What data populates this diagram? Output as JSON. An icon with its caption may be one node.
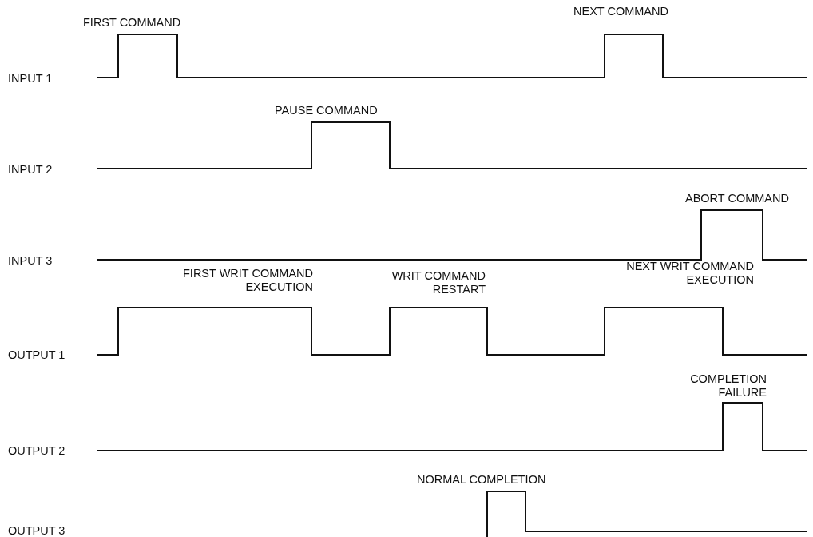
{
  "diagram": {
    "labels": [
      "FIRST COMMAND",
      "NEXT COMMAND",
      "INPUT 1",
      "PAUSE COMMAND",
      "INPUT 2",
      "ABORT COMMAND",
      "INPUT 3",
      "FIRST WRIT COMMAND EXECUTION",
      "WRIT COMMAND RESTART",
      "NEXT WRIT COMMAND EXECUTION",
      "OUTPUT 1",
      "COMPLETION FAILURE",
      "OUTPUT 2",
      "NORMAL COMPLETION",
      "OUTPUT 3"
    ]
  }
}
